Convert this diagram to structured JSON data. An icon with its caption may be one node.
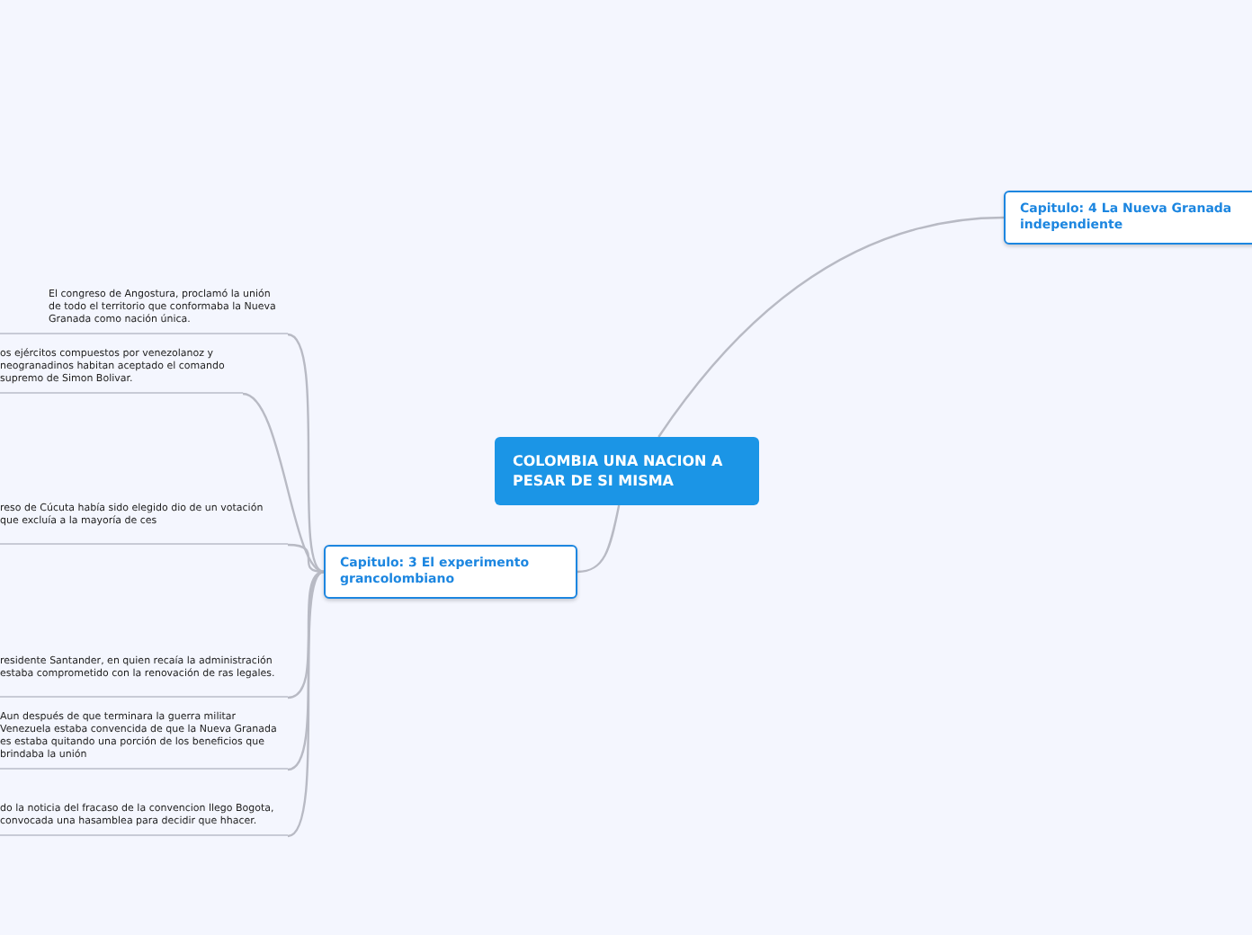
{
  "diagram": {
    "nodes": [
      {
        "text": [
          "COLOMBIA UNA NACION A PESAR DE SI MISMA"
        ]
      },
      {
        "text": [
          "Capitulo: 4 La Nueva Granada independiente"
        ]
      },
      {
        "text": [
          "Capitulo: 3 El experimento grancolombiano"
        ]
      },
      {
        "text": [
          "El congreso de Angostura, proclamó la unión de todo el territorio que conformaba la Nueva Granada como nación única."
        ]
      },
      {
        "text": [
          "os ejércitos compuestos por venezolanoz y neogranadinos habitan aceptado el comando supremo de Simon Bolivar."
        ]
      },
      {
        "text": [
          "reso de Cúcuta había sido elegido dio de un votación que excluía a la mayoría de ces"
        ]
      },
      {
        "text": [
          "residente Santander, en quien recaía la administración estaba comprometido con la renovación de ras legales."
        ]
      },
      {
        "text": [
          "Aun después de que terminara la guerra militar Venezuela estaba convencida de que la Nueva Granada es estaba quitando una porción de los beneficios que brindaba la unión"
        ]
      },
      {
        "text": [
          "do la noticia del fracaso de la convencion llego Bogota, convocada una hasamblea para decidir que hhacer."
        ]
      }
    ],
    "edges": [
      {
        "from": 0,
        "to": 1,
        "arrow": "none"
      },
      {
        "from": 0,
        "to": 2,
        "arrow": "none"
      },
      {
        "from": 2,
        "to": 3,
        "arrow": "none"
      },
      {
        "from": 2,
        "to": 4,
        "arrow": "none"
      },
      {
        "from": 2,
        "to": 5,
        "arrow": "none"
      },
      {
        "from": 2,
        "to": 6,
        "arrow": "none"
      },
      {
        "from": 2,
        "to": 7,
        "arrow": "none"
      },
      {
        "from": 2,
        "to": 8,
        "arrow": "none"
      }
    ]
  }
}
